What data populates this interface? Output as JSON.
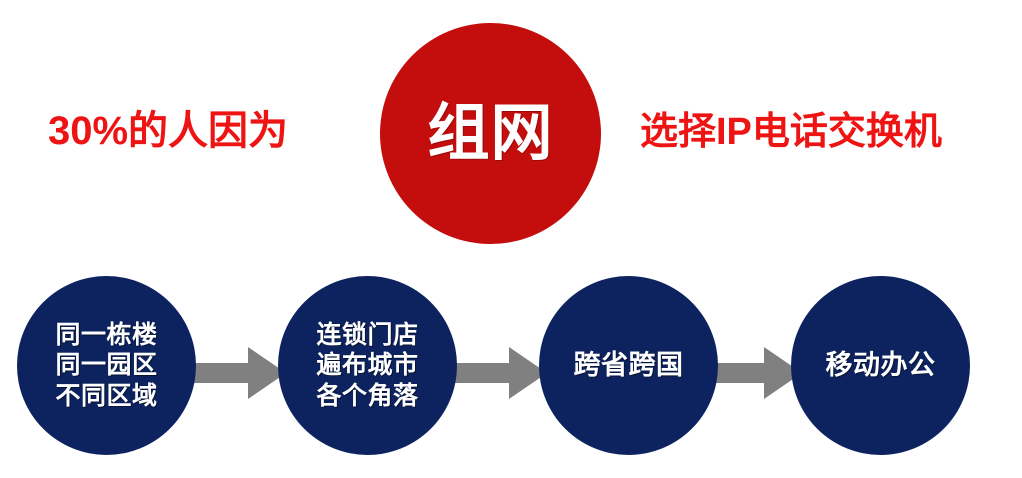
{
  "headline": {
    "left_text": "30%的人因为",
    "right_text": "选择IP电话交换机",
    "color": "#ef1414"
  },
  "hero": {
    "label": "组网",
    "shape": "circle",
    "fill_color": "#c40d0d",
    "text_color": "#ffffff"
  },
  "flow": {
    "node_fill_color": "#0d2360",
    "node_text_color": "#ffffff",
    "arrow_color": "#808080",
    "nodes": [
      {
        "label": "同一栋楼\n同一园区\n不同区域",
        "lines": [
          "同一栋楼",
          "同一园区",
          "不同区域"
        ]
      },
      {
        "label": "连锁门店\n遍布城市\n各个角落",
        "lines": [
          "连锁门店",
          "遍布城市",
          "各个角落"
        ]
      },
      {
        "label": "跨省跨国",
        "lines": [
          "跨省跨国"
        ]
      },
      {
        "label": "移动办公",
        "lines": [
          "移动办公"
        ]
      }
    ],
    "arrows": [
      {
        "name": "arrow-right-icon"
      },
      {
        "name": "arrow-right-icon"
      },
      {
        "name": "arrow-right-icon"
      }
    ]
  }
}
